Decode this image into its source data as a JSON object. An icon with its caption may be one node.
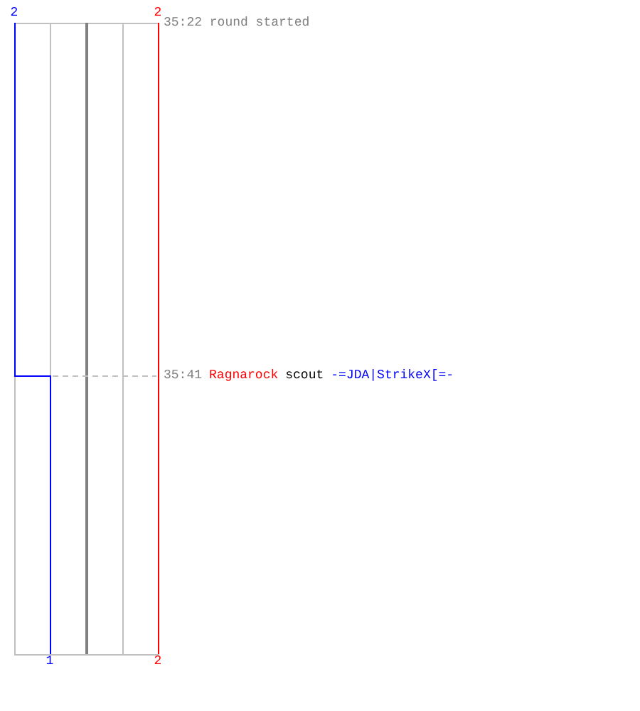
{
  "diagram": {
    "labels": [
      "2",
      "2",
      "35:22 round started",
      "35:41",
      "Ragnarock",
      "scout",
      "-=JDA|StrikeX[=-",
      "1",
      "2"
    ]
  }
}
